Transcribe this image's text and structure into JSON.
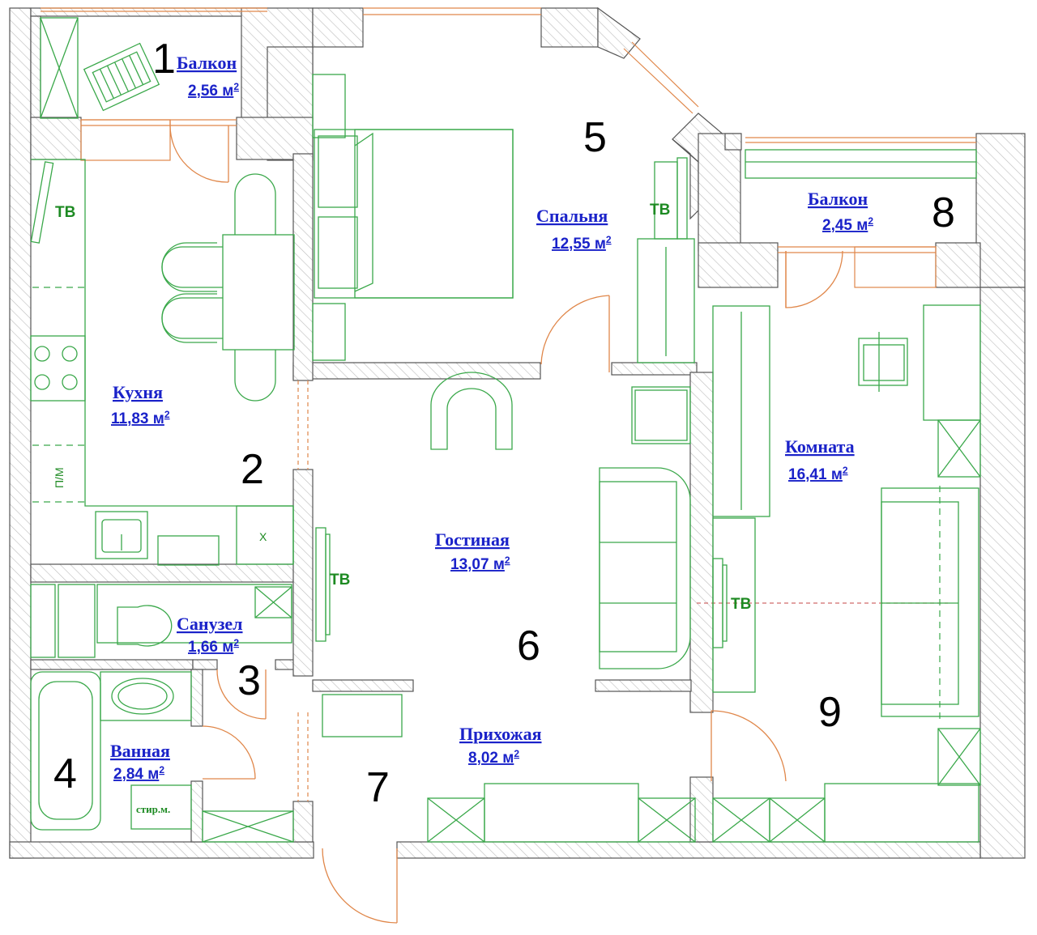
{
  "rooms": [
    {
      "number": "1",
      "name": "Балкон",
      "area": "2,56 м",
      "sup": "2"
    },
    {
      "number": "2",
      "name": "Кухня",
      "area": "11,83 м",
      "sup": "2"
    },
    {
      "number": "3",
      "name": "Санузел",
      "area": "1,66 м",
      "sup": "2"
    },
    {
      "number": "4",
      "name": "Ванная",
      "area": "2,84 м",
      "sup": "2"
    },
    {
      "number": "5",
      "name": "Спальня",
      "area": "12,55 м",
      "sup": "2"
    },
    {
      "number": "6",
      "name": "Гостиная",
      "area": "13,07 м",
      "sup": "2"
    },
    {
      "number": "7",
      "name": "Прихожая",
      "area": "8,02 м",
      "sup": "2"
    },
    {
      "number": "8",
      "name": "Балкон",
      "area": "2,45 м",
      "sup": "2"
    },
    {
      "number": "9",
      "name": "Комната",
      "area": "16,41 м",
      "sup": "2"
    }
  ],
  "labels": {
    "tv": "ТВ",
    "fridge": "П/М",
    "fridge_x": "Х",
    "washer": "стир.м."
  },
  "colors": {
    "furniture": "#3aa84a",
    "door": "#e0874a",
    "room_label": "#1a22c9",
    "wall_hatch": "#bdbdbd"
  }
}
